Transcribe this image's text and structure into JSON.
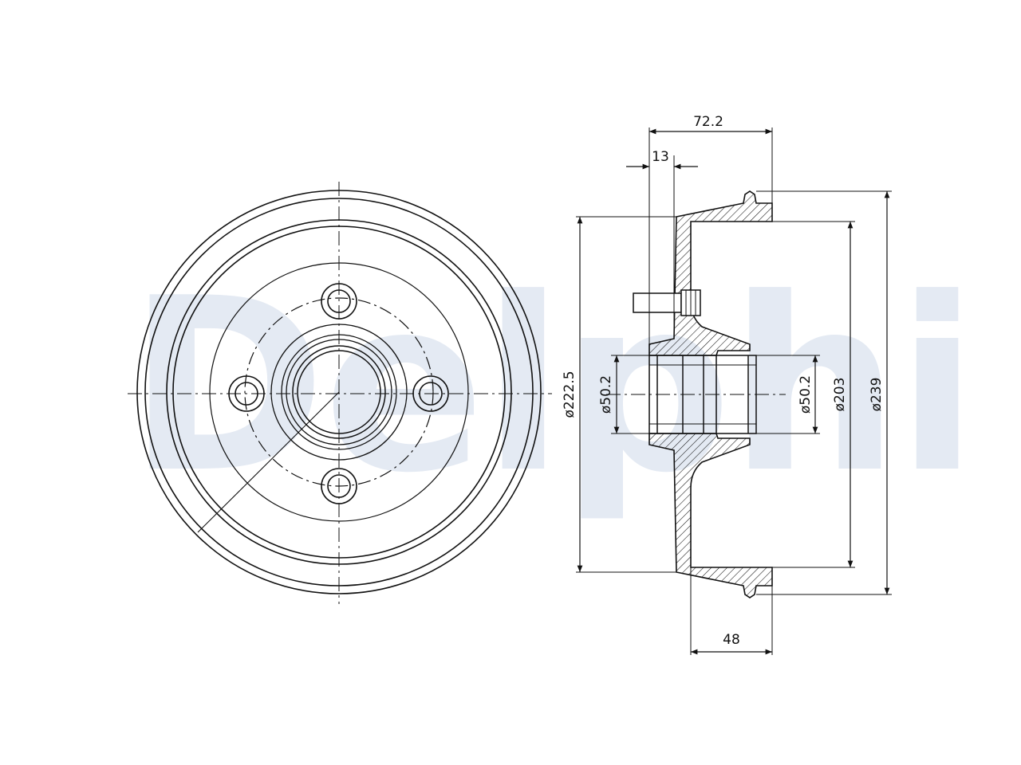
{
  "watermark": {
    "text": "Delphi"
  },
  "colors": {
    "line": "#111111",
    "watermark": "#e4eaf3",
    "hatch": "#111111",
    "background": "#ffffff"
  },
  "dimensions": {
    "overall_width": "72.2",
    "flange_thickness": "13",
    "drum_depth": "48",
    "bolt_circle_diameter": "ø222.5",
    "bore_left": "ø50.2",
    "bore_right": "ø50.2",
    "inner_diameter": "ø203",
    "outer_diameter": "ø239"
  }
}
